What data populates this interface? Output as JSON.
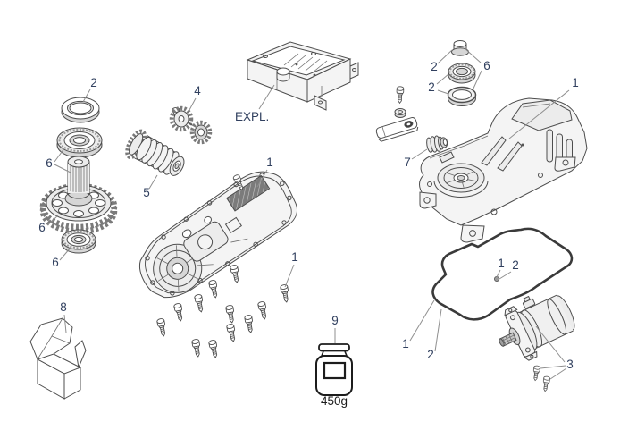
{
  "colors": {
    "background": "#ffffff",
    "line": "#4d4d4d",
    "leader": "#8f8f8f",
    "label": "#31405f",
    "gasket": "#3a3a3a"
  },
  "labels": {
    "seal_top_left": "2",
    "bearing_upper": "6",
    "gear": "6",
    "bearing_lower": "6",
    "pinion_set": "4",
    "worm_gear": "5",
    "foundation_box": "EXPL.",
    "base_plate": "1",
    "plate_screws": "1",
    "packing_box": "8",
    "grease_jar": "9",
    "grease_weight": "450g",
    "cap_small": "2",
    "bearing_right": "6",
    "seal_right": "2",
    "release_plug": "7",
    "cover_housing": "1",
    "gasket_a": "1",
    "gasket_b": "2",
    "ball_a": "1",
    "ball_b": "2",
    "motor": "3"
  }
}
